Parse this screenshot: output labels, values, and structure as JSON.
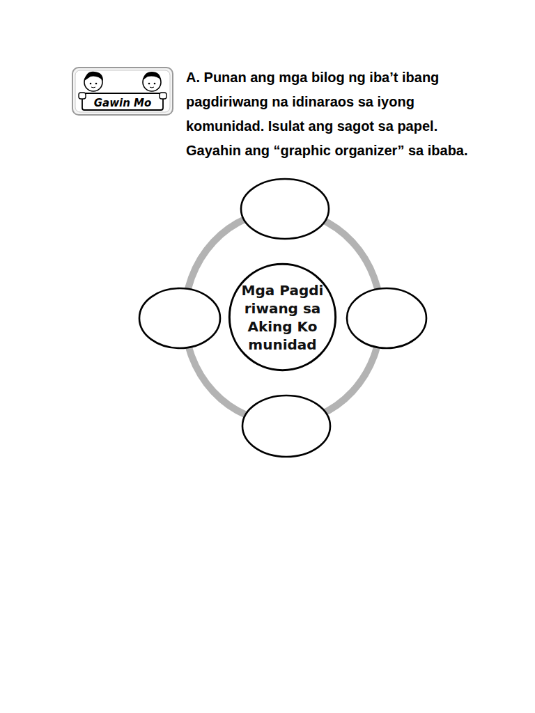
{
  "diagram": {
    "nodes": [
      {
        "text": [
          "Mga Pagdiriwang sa Aking Komunidad"
        ]
      }
    ],
    "labels": [
      "Gawin Mo",
      "A. Punan ang mga bilog ng iba’t ibang pagdiriwang na idinaraos sa iyong komunidad. Isulat ang sagot sa papel. Gayahin ang “graphic organizer” sa ibaba."
    ]
  }
}
